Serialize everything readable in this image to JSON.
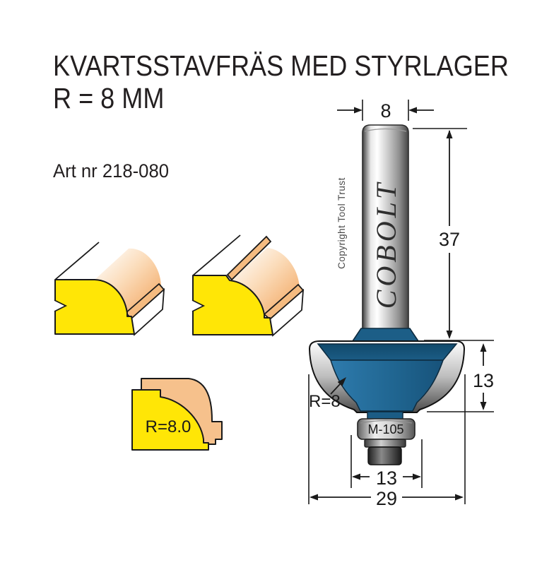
{
  "title": {
    "line1": "KVARTSSTAVFRÄS MED STYRLAGER",
    "line2": "R = 8 MM"
  },
  "art_number": "Art nr 218-080",
  "brand_on_shank": "COBOLT",
  "copyright_text": "Copyright Tool Trust",
  "profile_radius_label": "R=8.0",
  "dimensions": {
    "shank_diameter_mm": "8",
    "shank_length_mm": "37",
    "cutter_height_mm": "13",
    "cutter_radius_label": "R=8",
    "bearing_label": "M-105",
    "bearing_diameter_mm": "13",
    "cutting_diameter_mm": "29"
  },
  "colors": {
    "cutter_blue": "#1c5e87",
    "wood_yellow": "#ffe606",
    "wood_tan": "#f5bb80",
    "profile_peach": "#f6c18c",
    "dimension_text": "#1a1a1a"
  }
}
